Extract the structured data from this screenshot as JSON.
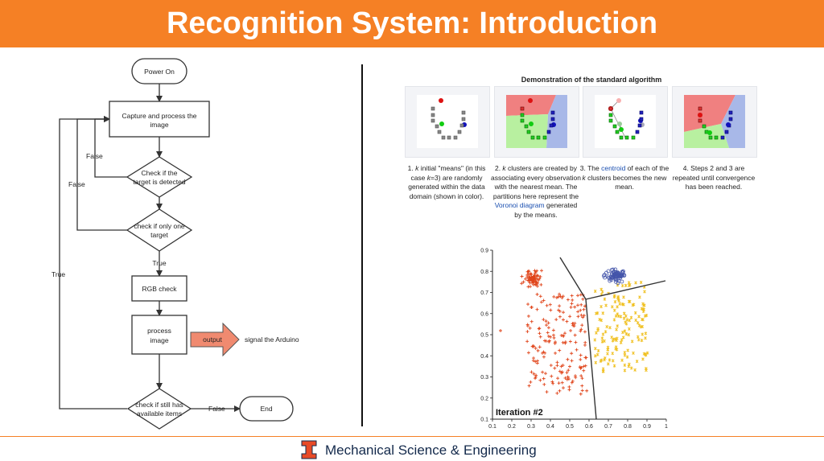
{
  "header": {
    "title": "Recognition System: Introduction",
    "color": "#F58025"
  },
  "flowchart": {
    "power_on": "Power On",
    "capture_line1": "Capture and process the",
    "capture_line2": "image",
    "check_target_line1": "Check if the",
    "check_target_line2": "target is detected",
    "check_one_line1": "check if only one",
    "check_one_line2": "target",
    "rgb_check": "RGB check",
    "process_line1": "process",
    "process_line2": "image",
    "output": "output",
    "signal": "signal the Arduino",
    "check_items_line1": "check if still has",
    "check_items_line2": "available items",
    "end": "End",
    "false_label_1": "False",
    "false_label_2": "False",
    "true_label_1": "True",
    "true_label_2": "True",
    "false_label_3": "False"
  },
  "demo": {
    "title": "Demonstration of the standard algorithm",
    "captions": [
      {
        "pre": "1. ",
        "k": "k",
        "text1": " initial \"means\" (in this case ",
        "k2": "k",
        "text2": "=3) are randomly generated within the data domain (shown in color)."
      },
      {
        "pre": "2. ",
        "k": "k",
        "text1": " clusters are created by associating every observation with the nearest mean. The partitions here represent the ",
        "link": "Voronoi diagram",
        "text2": " generated by the means."
      },
      {
        "pre": "3. The ",
        "link": "centroid",
        "text1": " of each of the ",
        "k": "k",
        "text2": " clusters becomes the new mean."
      },
      {
        "text": "4. Steps 2 and 3 are repeated until convergence has been reached."
      }
    ]
  },
  "scatter": {
    "label": "Iteration #2",
    "xticks": [
      "0.1",
      "0.2",
      "0.3",
      "0.4",
      "0.5",
      "0.6",
      "0.7",
      "0.8",
      "0.9",
      "1"
    ],
    "yticks": [
      "0.1",
      "0.2",
      "0.3",
      "0.4",
      "0.5",
      "0.6",
      "0.7",
      "0.8",
      "0.9"
    ]
  },
  "footer": {
    "text": "Mechanical Science & Engineering"
  }
}
